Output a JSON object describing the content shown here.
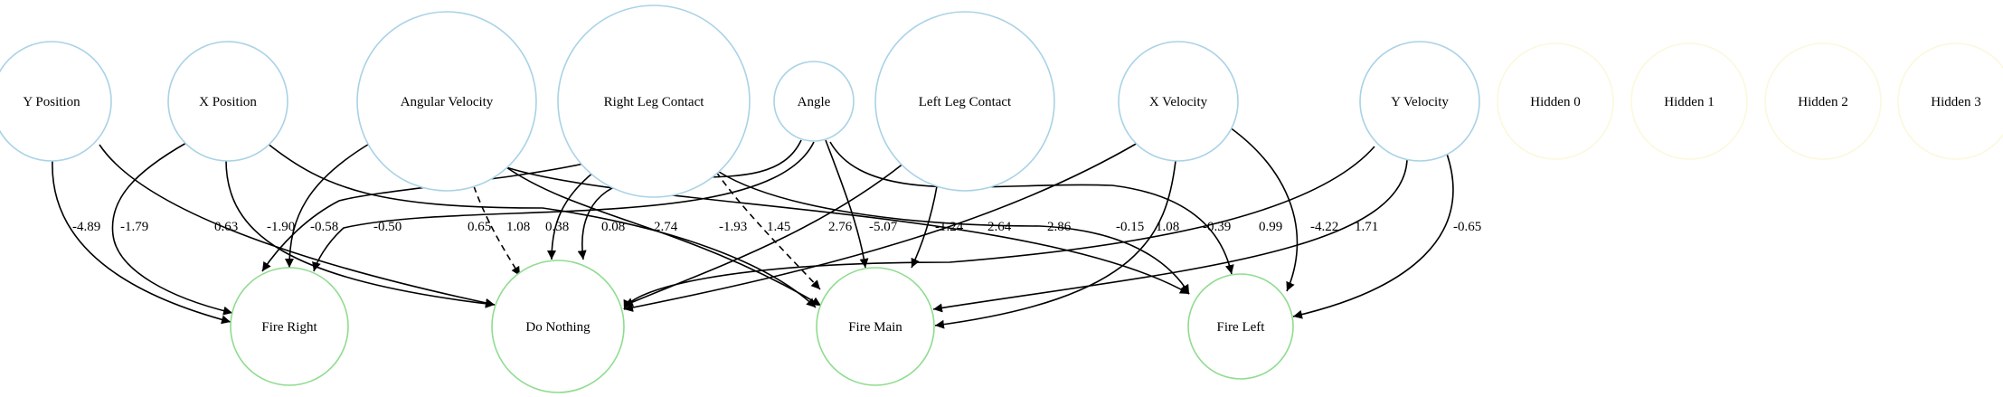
{
  "colors": {
    "input_stroke": "#a9d2e6",
    "output_stroke": "#8fdc8f",
    "hidden_stroke": "#fbf8dc",
    "edge": "#000000"
  },
  "nodes": [
    {
      "id": "y_pos",
      "label": "Y Position",
      "kind": "input"
    },
    {
      "id": "x_pos",
      "label": "X Position",
      "kind": "input"
    },
    {
      "id": "ang_vel",
      "label": "Angular Velocity",
      "kind": "input"
    },
    {
      "id": "r_leg",
      "label": "Right Leg Contact",
      "kind": "input"
    },
    {
      "id": "angle",
      "label": "Angle",
      "kind": "input"
    },
    {
      "id": "l_leg",
      "label": "Left Leg Contact",
      "kind": "input"
    },
    {
      "id": "x_vel",
      "label": "X Velocity",
      "kind": "input"
    },
    {
      "id": "y_vel",
      "label": "Y Velocity",
      "kind": "input"
    },
    {
      "id": "h0",
      "label": "Hidden 0",
      "kind": "hidden"
    },
    {
      "id": "h1",
      "label": "Hidden 1",
      "kind": "hidden"
    },
    {
      "id": "h2",
      "label": "Hidden 2",
      "kind": "hidden"
    },
    {
      "id": "h3",
      "label": "Hidden 3",
      "kind": "hidden"
    },
    {
      "id": "fire_right",
      "label": "Fire Right",
      "kind": "output"
    },
    {
      "id": "do_nothing",
      "label": "Do Nothing",
      "kind": "output"
    },
    {
      "id": "fire_main",
      "label": "Fire Main",
      "kind": "output"
    },
    {
      "id": "fire_left",
      "label": "Fire Left",
      "kind": "output"
    }
  ],
  "edges": [
    {
      "from": "y_pos",
      "to": "fire_right",
      "weight": "-4.89",
      "dashed": false
    },
    {
      "from": "x_pos",
      "to": "fire_right",
      "weight": "-1.79",
      "dashed": false
    },
    {
      "from": "y_pos",
      "to": "do_nothing",
      "weight": "0.63",
      "dashed": false
    },
    {
      "from": "x_pos",
      "to": "do_nothing",
      "weight": "-1.90",
      "dashed": false
    },
    {
      "from": "ang_vel",
      "to": "fire_right",
      "weight": "-0.58",
      "dashed": false
    },
    {
      "from": "r_leg",
      "to": "fire_right",
      "weight": "-0.50",
      "dashed": false
    },
    {
      "from": "x_pos",
      "to": "fire_main",
      "weight": "0.65",
      "dashed": false
    },
    {
      "from": "ang_vel",
      "to": "do_nothing",
      "weight": "1.08",
      "dashed": true
    },
    {
      "from": "r_leg",
      "to": "do_nothing",
      "weight": "0.38",
      "dashed": false
    },
    {
      "from": "angle",
      "to": "do_nothing",
      "weight": "0.08",
      "dashed": false
    },
    {
      "from": "angle",
      "to": "fire_right",
      "weight": "2.74",
      "dashed": false
    },
    {
      "from": "ang_vel",
      "to": "fire_main",
      "weight": "-1.93",
      "dashed": false
    },
    {
      "from": "r_leg",
      "to": "fire_main",
      "weight": "1.45",
      "dashed": true
    },
    {
      "from": "ang_vel",
      "to": "fire_left",
      "weight": "2.76",
      "dashed": false
    },
    {
      "from": "angle",
      "to": "fire_main",
      "weight": "-5.07",
      "dashed": false
    },
    {
      "from": "l_leg",
      "to": "fire_main",
      "weight": "-1.24",
      "dashed": false
    },
    {
      "from": "l_leg",
      "to": "do_nothing",
      "weight": "2.64",
      "dashed": false
    },
    {
      "from": "r_leg",
      "to": "fire_left",
      "weight": "2.86",
      "dashed": false
    },
    {
      "from": "angle",
      "to": "fire_left",
      "weight": "-0.15",
      "dashed": false
    },
    {
      "from": "x_vel",
      "to": "fire_main",
      "weight": "1.08",
      "dashed": false
    },
    {
      "from": "x_vel",
      "to": "do_nothing",
      "weight": "-0.39",
      "dashed": false
    },
    {
      "from": "y_vel",
      "to": "do_nothing",
      "weight": "0.99",
      "dashed": false
    },
    {
      "from": "x_vel",
      "to": "fire_left",
      "weight": "-4.22",
      "dashed": false
    },
    {
      "from": "y_vel",
      "to": "fire_main",
      "weight": "1.71",
      "dashed": false
    },
    {
      "from": "y_vel",
      "to": "fire_left",
      "weight": "-0.65",
      "dashed": false
    }
  ]
}
